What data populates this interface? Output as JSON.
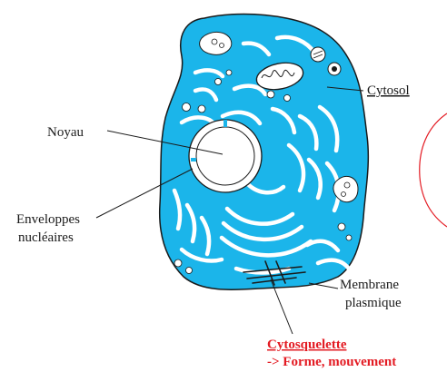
{
  "labels": {
    "noyau": "Noyau",
    "enveloppes_line1": "Enveloppes",
    "enveloppes_line2": "nucléaires",
    "cytosol": "Cytosol",
    "membrane_line1": "Membrane",
    "membrane_line2": "plasmique",
    "cytosquelette": "Cytosquelette",
    "forme_mouvement": "-> Forme, mouvement"
  },
  "colors": {
    "cytoplasm": "#1bb5ea",
    "outline": "#1a1a1a",
    "organelle_fill": "#ffffff",
    "accent_red": "#e31b23"
  }
}
